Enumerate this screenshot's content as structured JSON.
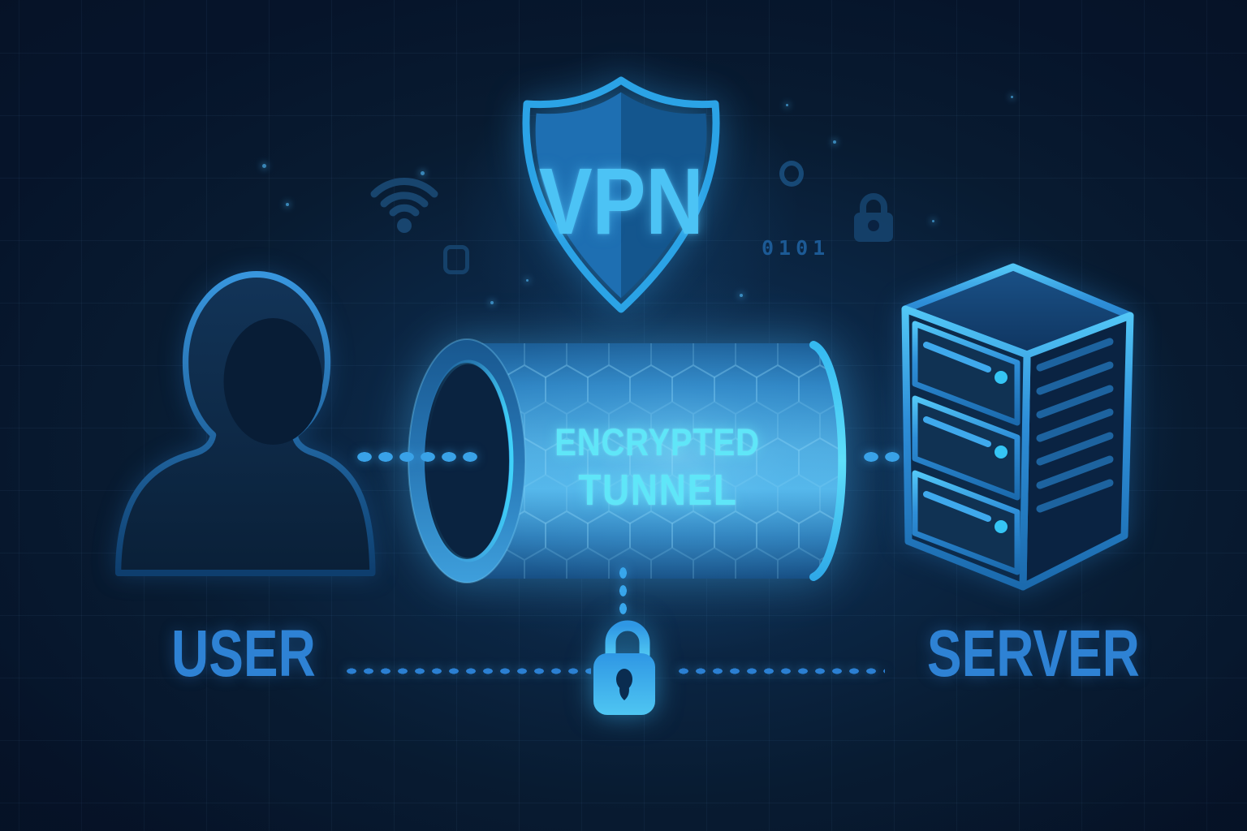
{
  "diagram": {
    "shield_label": "VPN",
    "tunnel_label_line1": "ENCRYPTED",
    "tunnel_label_line2": "TUNNEL",
    "user_label": "USER",
    "server_label": "SERVER",
    "binary_text": "0101"
  },
  "icons": {
    "shield": "vpn-shield-icon",
    "tunnel": "encrypted-tunnel-cylinder-icon",
    "user": "user-silhouette-icon",
    "server": "server-tower-icon",
    "main_lock": "padlock-icon",
    "small_lock": "small-padlock-icon",
    "wifi": "wifi-icon"
  },
  "colors": {
    "background": "#081B31",
    "accent_bright_cyan": "#5FE6F8",
    "shield_text_blue": "#4CC3F5",
    "label_blue": "#2E82D4",
    "tunnel_body_blue": "#4FACE0",
    "lock_blue": "#3FB4EE",
    "faint_decoration_blue": "#1D5D9A"
  }
}
